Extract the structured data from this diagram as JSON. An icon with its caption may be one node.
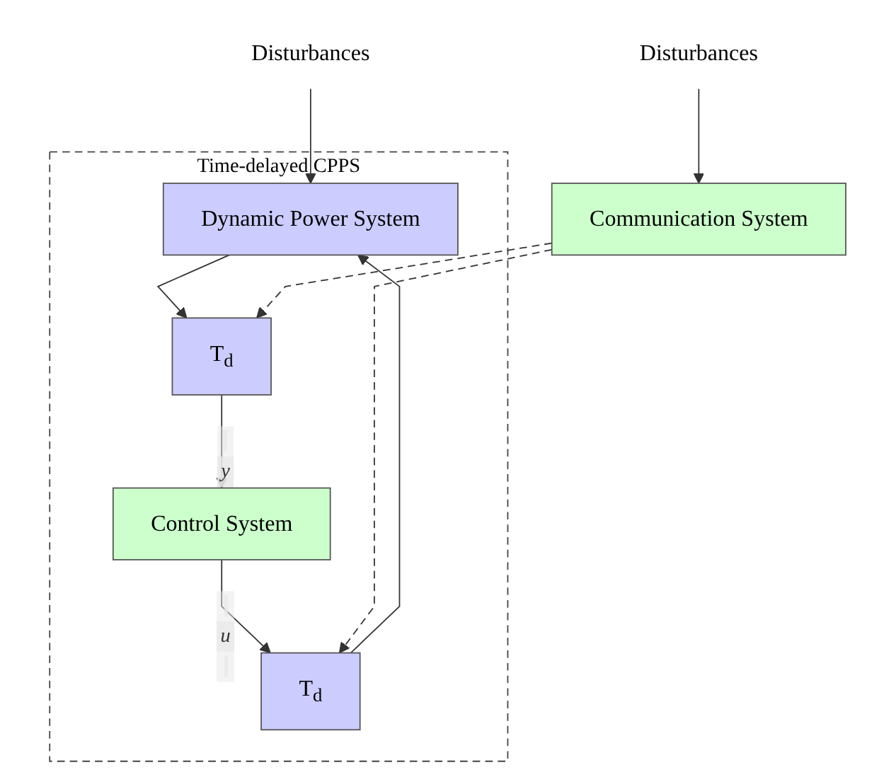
{
  "diagram": {
    "nodes": [
      {
        "text": [
          "Disturbances"
        ]
      },
      {
        "text": [
          "Time-delayed CPPS"
        ]
      },
      {
        "text": [
          "Dynamic Power System"
        ],
        "in": 1
      },
      {
        "text": [
          "T$_{d}$"
        ],
        "in": 1
      },
      {
        "text": [
          "T$_{d}$"
        ],
        "in": 1
      },
      {
        "text": [
          "Control System"
        ],
        "in": 1
      },
      {
        "text": [
          "Communication System"
        ]
      },
      {
        "text": [
          "Disturbances"
        ]
      }
    ],
    "edges": [
      {
        "from": 0,
        "to": 2,
        "arrow": "to"
      },
      {
        "from": 3,
        "to": 2,
        "arrow": "to"
      },
      {
        "from": 2,
        "to": 4,
        "arrow": "to"
      },
      {
        "from": 4,
        "to": 5,
        "arrow": "to",
        "label": "y"
      },
      {
        "from": 5,
        "to": 3,
        "arrow": "to",
        "label": "u"
      },
      {
        "from": 6,
        "to": 3,
        "arrow": "to",
        "style": "dashed"
      },
      {
        "from": 6,
        "to": 4,
        "arrow": "to",
        "style": "dashed"
      },
      {
        "from": 7,
        "to": 6,
        "arrow": "to"
      }
    ]
  }
}
